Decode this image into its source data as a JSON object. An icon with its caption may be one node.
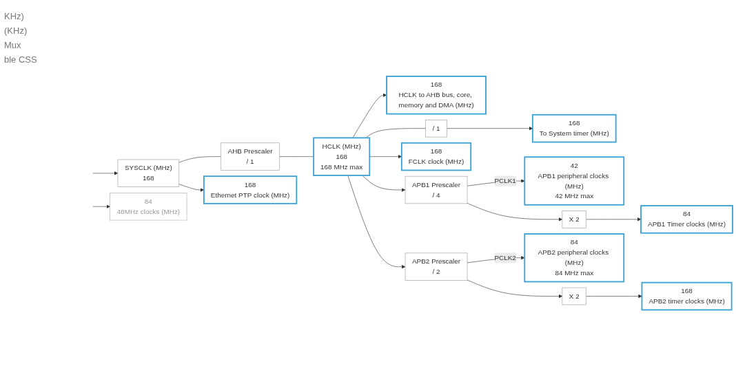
{
  "diagram": {
    "nodes": [
      {
        "text": [
          "SYSCLK (MHz)",
          "168"
        ]
      },
      {
        "text": [
          "AHB Prescaler",
          "/ 1"
        ]
      },
      {
        "text": [
          "HCLK (MHz)",
          "168",
          "168 MHz max"
        ]
      },
      {
        "text": [
          "168",
          "Ethernet PTP clock (MHz)"
        ]
      },
      {
        "text": [
          "168",
          "HCLK to AHB bus, core, memory and DMA (MHz)"
        ]
      },
      {
        "text": [
          "/ 1"
        ]
      },
      {
        "text": [
          "168",
          "To System timer (MHz)"
        ]
      },
      {
        "text": [
          "168",
          "FCLK clock (MHz)"
        ]
      },
      {
        "text": [
          "APB1 Prescaler",
          "/ 4"
        ]
      },
      {
        "text": [
          "42",
          "APB1 peripheral clocks (MHz)",
          "42 MHz max"
        ]
      },
      {
        "text": [
          "X 2"
        ]
      },
      {
        "text": [
          "84",
          "APB1 Timer clocks (MHz)"
        ]
      },
      {
        "text": [
          "APB2 Prescaler",
          "/ 2"
        ]
      },
      {
        "text": [
          "84",
          "APB2 peripheral clocks (MHz)",
          "84 MHz max"
        ]
      },
      {
        "text": [
          "X 2"
        ]
      },
      {
        "text": [
          "168",
          "APB2 timer clocks (MHz)"
        ]
      },
      {
        "text": [
          "84",
          "48MHz clocks (MHz)"
        ]
      }
    ],
    "edges": [
      {
        "from": null,
        "to": 0,
        "arrow": "to"
      },
      {
        "from": 0,
        "to": 1,
        "arrow": "none"
      },
      {
        "from": 0,
        "to": 3,
        "arrow": "to"
      },
      {
        "from": 1,
        "to": 2,
        "arrow": "none"
      },
      {
        "from": 2,
        "to": 4,
        "arrow": "to"
      },
      {
        "from": 2,
        "to": 5,
        "arrow": "none"
      },
      {
        "from": 5,
        "to": 6,
        "arrow": "to"
      },
      {
        "from": 2,
        "to": 7,
        "arrow": "to"
      },
      {
        "from": 2,
        "to": 8,
        "arrow": "to"
      },
      {
        "from": 2,
        "to": 12,
        "arrow": "to"
      },
      {
        "from": 8,
        "to": 9,
        "arrow": "to",
        "label": "PCLK1"
      },
      {
        "from": 8,
        "to": 10,
        "arrow": "to"
      },
      {
        "from": 10,
        "to": 11,
        "arrow": "to"
      },
      {
        "from": 12,
        "to": 13,
        "arrow": "to",
        "label": "PCLK2"
      },
      {
        "from": 12,
        "to": 14,
        "arrow": "to"
      },
      {
        "from": 14,
        "to": 15,
        "arrow": "to"
      },
      {
        "from": null,
        "to": 16,
        "arrow": "to"
      }
    ],
    "labels": [
      "KHz)",
      "(KHz)",
      "Mux",
      "ble CSS"
    ]
  }
}
